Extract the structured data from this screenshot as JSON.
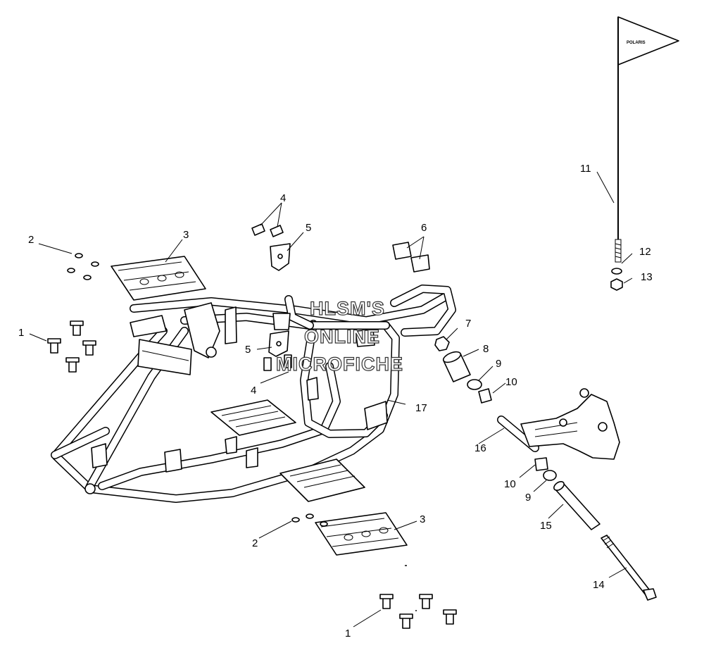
{
  "diagram": {
    "callouts": {
      "c1a": "1",
      "c1b": "1",
      "c2a": "2",
      "c2b": "2",
      "c3a": "3",
      "c3b": "3",
      "c4a": "4",
      "c4b": "4",
      "c5a": "5",
      "c5b": "5",
      "c6": "6",
      "c7": "7",
      "c8": "8",
      "c9a": "9",
      "c9b": "9",
      "c10a": "10",
      "c10b": "10",
      "c11": "11",
      "c12": "12",
      "c13": "13",
      "c14": "14",
      "c15": "15",
      "c16": "16",
      "c17": "17"
    },
    "flag_text": "POLARIS",
    "watermark": [
      "HLSM'S",
      "ONLINE",
      "MICROFICHE"
    ],
    "colors": {
      "line": "#000000",
      "background": "#ffffff"
    }
  }
}
